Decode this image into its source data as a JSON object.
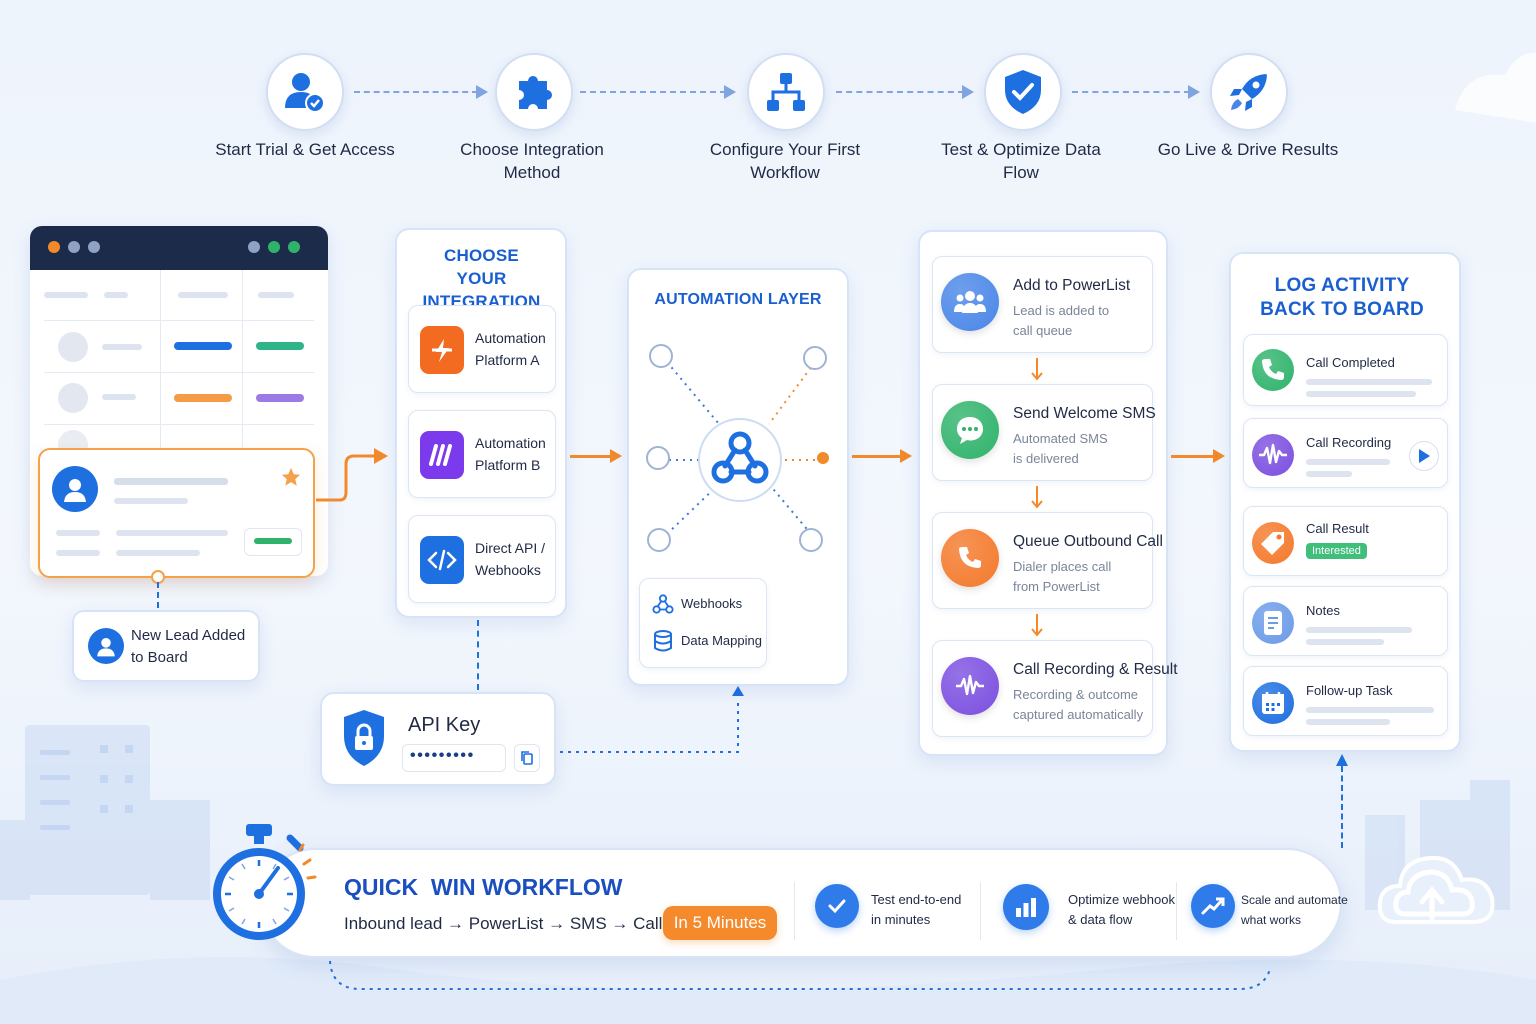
{
  "steps": [
    {
      "label": "Start Trial & Get Access",
      "icon": "user-check-icon"
    },
    {
      "label": "Choose Integration Method",
      "icon": "puzzle-icon"
    },
    {
      "label": "Configure Your First Workflow",
      "icon": "hierarchy-icon"
    },
    {
      "label": "Test & Optimize Data Flow",
      "icon": "shield-check-icon"
    },
    {
      "label": "Go Live & Drive Results",
      "icon": "rocket-icon"
    }
  ],
  "board": {
    "new_lead_label": "New Lead Added to Board"
  },
  "integration": {
    "title": "CHOOSE YOUR INTEGRATION",
    "options": [
      {
        "label": "Automation Platform A",
        "icon": "bolt-icon",
        "color": "#f26b21"
      },
      {
        "label": "Automation Platform B",
        "icon": "platform-b-icon",
        "color": "#7c3aed"
      },
      {
        "label": "Direct API / Webhooks",
        "icon": "code-icon",
        "color": "#1e6fe0"
      }
    ],
    "api_key_label": "API Key",
    "api_key_value": "•••••••••"
  },
  "automation": {
    "title": "AUTOMATION LAYER",
    "webhooks_label": "Webhooks",
    "mapping_label": "Data Mapping"
  },
  "flow": [
    {
      "title": "Add to PowerList",
      "sub1": "Lead is added to",
      "sub2": "call queue",
      "icon": "team-icon",
      "color": "#4a86e8"
    },
    {
      "title": "Send Welcome SMS",
      "sub1": "Automated SMS",
      "sub2": "is delivered",
      "icon": "chat-icon",
      "color": "#2fb36b"
    },
    {
      "title": "Queue Outbound Call",
      "sub1": "Dialer places call",
      "sub2": "from PowerList",
      "icon": "phone-icon",
      "color": "#f4792b"
    },
    {
      "title": "Call Recording & Result",
      "sub1": "Recording & outcome",
      "sub2": "captured automatically",
      "icon": "waveform-icon",
      "color": "#7b4fe0"
    }
  ],
  "log": {
    "title": "LOG ACTIVITY BACK TO BOARD",
    "items": [
      {
        "label": "Call Completed",
        "icon": "phone-icon",
        "color": "#2fb36b"
      },
      {
        "label": "Call Recording",
        "icon": "waveform-icon",
        "color": "#7b4fe0"
      },
      {
        "label": "Call Result",
        "icon": "tag-icon",
        "color": "#f4792b",
        "badge": "Interested"
      },
      {
        "label": "Notes",
        "icon": "notes-icon",
        "color": "#6b9be8"
      },
      {
        "label": "Follow-up Task",
        "icon": "calendar-icon",
        "color": "#1e6fe0"
      }
    ]
  },
  "quickwin": {
    "title": "QUICK  WIN WORKFLOW",
    "subtitle": "Inbound lead → PowerList → SMS → Call",
    "pill": "In 5 Minutes",
    "features": [
      {
        "line1": "Test end-to-end",
        "line2": "in minutes",
        "icon": "check-icon"
      },
      {
        "line1": "Optimize webhook",
        "line2": "& data flow",
        "icon": "bar-chart-icon"
      },
      {
        "line1": "Scale and automate",
        "line2": "what works",
        "icon": "trend-up-icon"
      }
    ]
  }
}
